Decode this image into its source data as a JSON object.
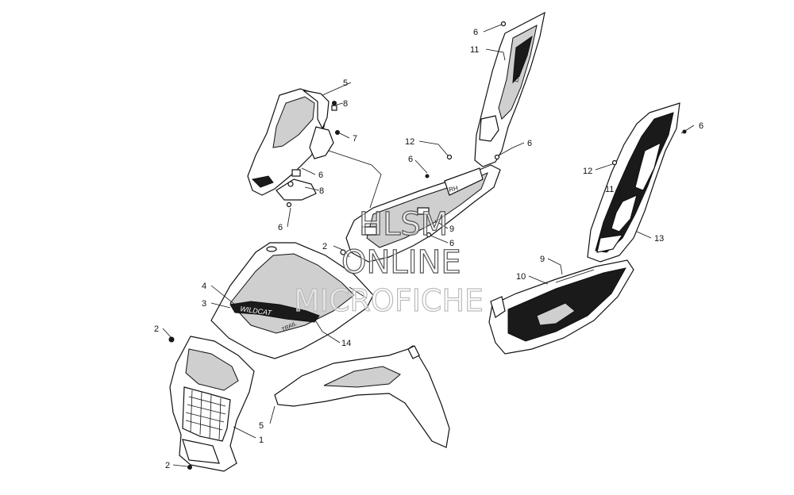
{
  "watermark": {
    "line1": "HLSM",
    "line2": "ONLINE",
    "line3": "MICROFICHE"
  },
  "decals": {
    "wildcat": "WILDCAT",
    "trail": "TRAIL",
    "side_rh": "RH",
    "side_lh": "LH"
  },
  "callouts": [
    {
      "id": "c6a",
      "label": "6"
    },
    {
      "id": "c11a",
      "label": "11"
    },
    {
      "id": "c5a",
      "label": "5"
    },
    {
      "id": "c8a",
      "label": "8"
    },
    {
      "id": "c7",
      "label": "7"
    },
    {
      "id": "c12a",
      "label": "12"
    },
    {
      "id": "c6b",
      "label": "6"
    },
    {
      "id": "c6c",
      "label": "6"
    },
    {
      "id": "c6d",
      "label": "6"
    },
    {
      "id": "c8b",
      "label": "8"
    },
    {
      "id": "c6e",
      "label": "6"
    },
    {
      "id": "c6f",
      "label": "6"
    },
    {
      "id": "c12b",
      "label": "12"
    },
    {
      "id": "c11b",
      "label": "11"
    },
    {
      "id": "c13",
      "label": "13"
    },
    {
      "id": "c9a",
      "label": "9"
    },
    {
      "id": "c6g",
      "label": "6"
    },
    {
      "id": "c2a",
      "label": "2"
    },
    {
      "id": "c9b",
      "label": "9"
    },
    {
      "id": "c10",
      "label": "10"
    },
    {
      "id": "c4",
      "label": "4"
    },
    {
      "id": "c3",
      "label": "3"
    },
    {
      "id": "c14",
      "label": "14"
    },
    {
      "id": "c2b",
      "label": "2"
    },
    {
      "id": "c5b",
      "label": "5"
    },
    {
      "id": "c1",
      "label": "1"
    },
    {
      "id": "c2c",
      "label": "2"
    }
  ]
}
